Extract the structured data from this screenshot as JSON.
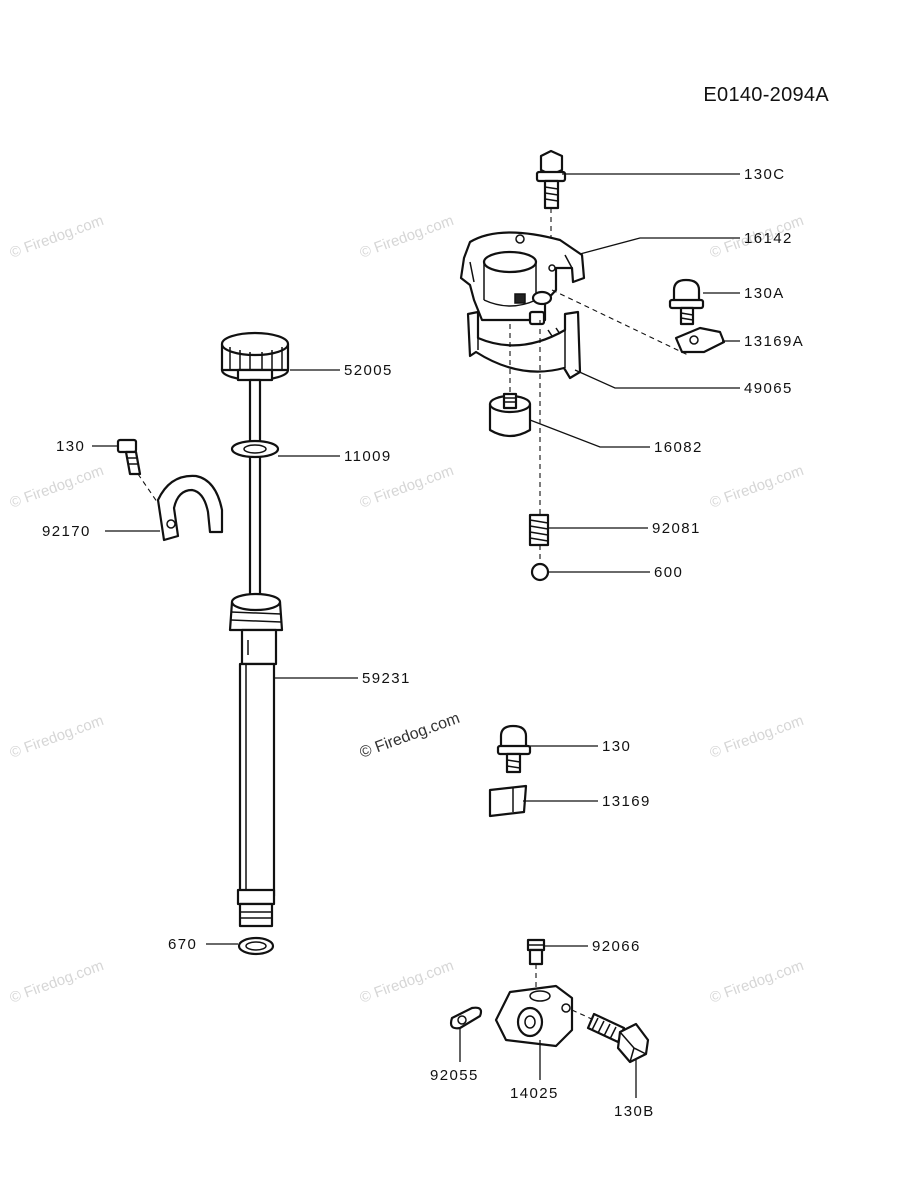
{
  "drawing_code": "E0140-2094A",
  "watermark": "© Firedog.com",
  "callouts": {
    "c130C": "130C",
    "c16142": "16142",
    "c130A": "130A",
    "c13169A": "13169A",
    "c49065": "49065",
    "c16082": "16082",
    "c92081": "92081",
    "c600": "600",
    "c52005": "52005",
    "c11009": "11009",
    "c130_left": "130",
    "c92170": "92170",
    "c59231": "59231",
    "c670": "670",
    "c130_mid": "130",
    "c13169": "13169",
    "c92066": "92066",
    "c92055": "92055",
    "c14025": "14025",
    "c130B": "130B"
  }
}
